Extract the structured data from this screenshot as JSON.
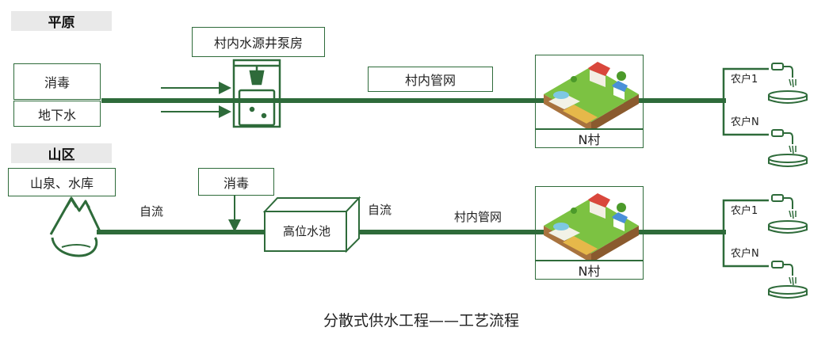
{
  "sections": {
    "plain": "平原",
    "mountain": "山区"
  },
  "plain_row": {
    "disinfect": "消毒",
    "groundwater": "地下水",
    "pump_house": "村内水源井泵房",
    "pipe_net": "村内管网",
    "village": "N村",
    "farmer_1": "农户1",
    "farmer_n": "农户N"
  },
  "mountain_row": {
    "source": "山泉、水库",
    "flow_1": "自流",
    "disinfect": "消毒",
    "tank": "高位水池",
    "flow_2": "自流",
    "pipe_net": "村内管网",
    "village": "N村",
    "farmer_1": "农户1",
    "farmer_n": "农户N"
  },
  "caption": "分散式供水工程——工艺流程",
  "colors": {
    "pipe": "#2e6b3a",
    "tag_bg": "#e9e9e9"
  }
}
